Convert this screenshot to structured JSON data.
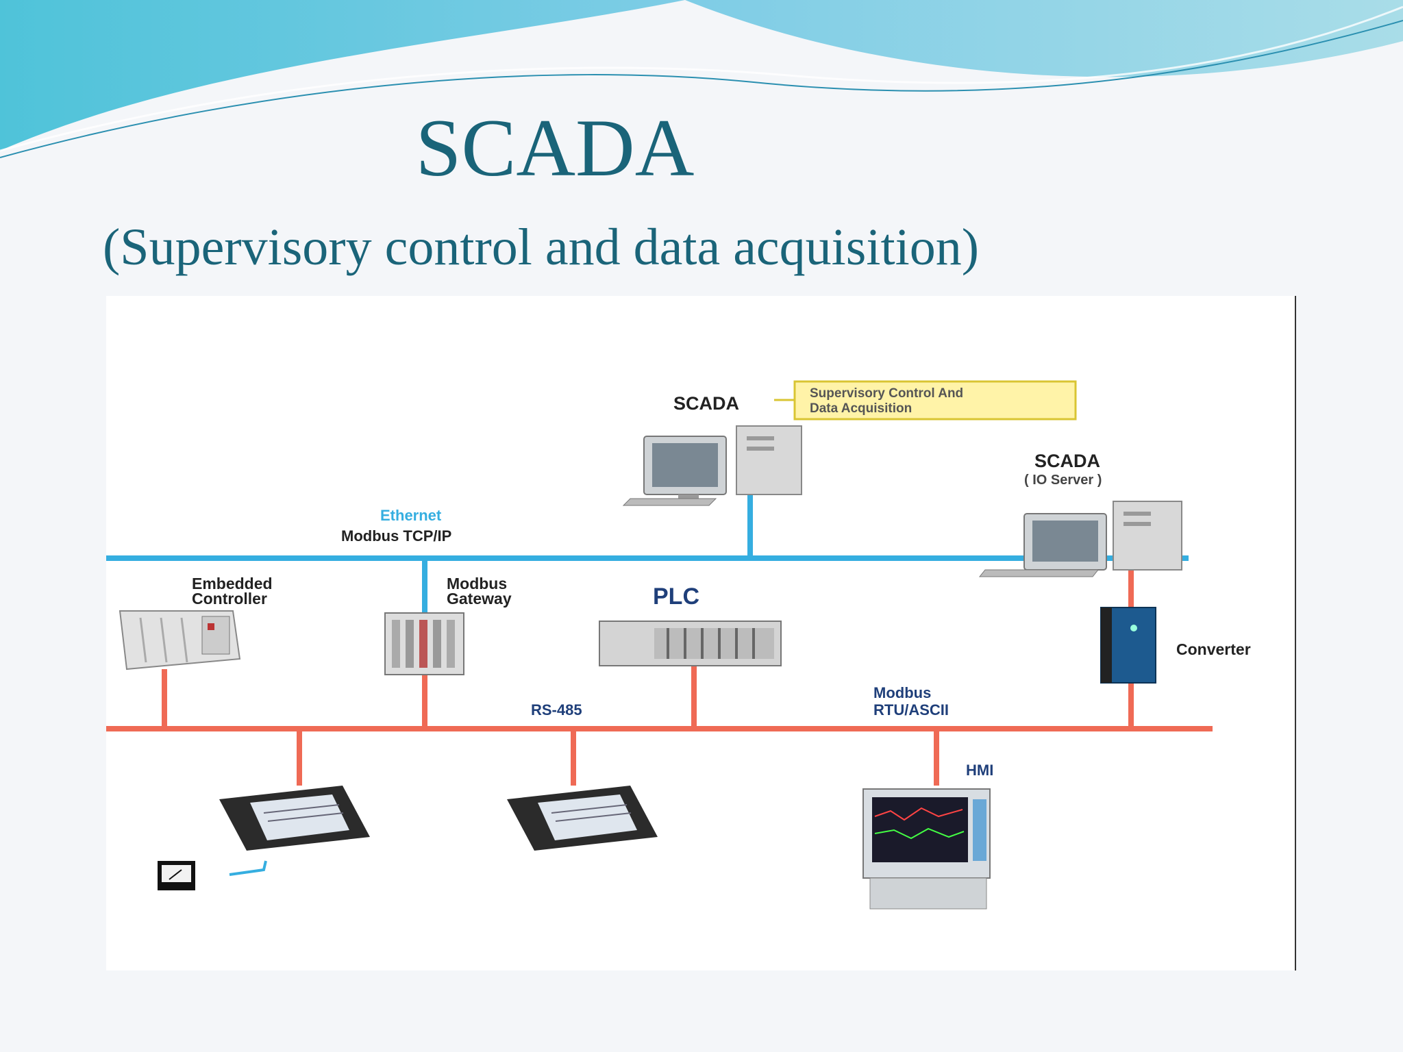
{
  "slide": {
    "title": "SCADA",
    "subtitle": "(Supervisory control and data acquisition)"
  },
  "diagram": {
    "scada_main_label": "SCADA",
    "scada_callout": [
      "Supervisory Control And",
      "Data Acquisition"
    ],
    "io_server_label": "SCADA",
    "io_server_sublabel": "( IO Server )",
    "ethernet_label": "Ethernet",
    "modbus_tcp_label": "Modbus TCP/IP",
    "embedded_controller_label": [
      "Embedded",
      "Controller"
    ],
    "modbus_gateway_label": [
      "Modbus",
      "Gateway"
    ],
    "plc_label": "PLC",
    "converter_label": "Converter",
    "rs485_label": "RS-485",
    "modbus_rtu_label": [
      "Modbus",
      "RTU/ASCII"
    ],
    "hmi_label": "HMI"
  },
  "colors": {
    "title": "#1a6479",
    "ethernet_bus": "#35aee0",
    "serial_bus": "#ef6a55",
    "callout_fill": "#fff3a8",
    "callout_border": "#d9c533"
  }
}
